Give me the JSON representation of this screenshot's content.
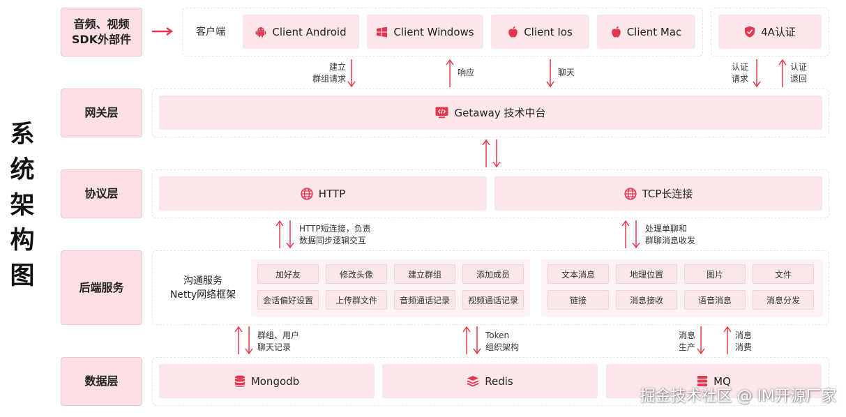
{
  "title": "系统架构图",
  "layers": {
    "external": "音频、视频SDK外部件",
    "gateway": "网关层",
    "protocol": "协议层",
    "backend": "后端服务",
    "data": "数据层"
  },
  "client": {
    "label": "客户端",
    "items": [
      "Client Android",
      "Client Windows",
      "Client Ios",
      "Client Mac"
    ],
    "auth": "4A认证"
  },
  "flows": {
    "build_group": "建立\n群组请求",
    "response": "响应",
    "chat": "聊天",
    "auth_request": "认证\n请求",
    "auth_return": "认证\n退回",
    "http_note": "HTTP短连接，负责\n数据同步逻辑交互",
    "tcp_note": "处理单聊和\n群聊消息收发",
    "mongo_note": "群组、用户\n聊天记录",
    "redis_note": "Token\n组织架构",
    "mq_produce": "消息\n生产",
    "mq_consume": "消息\n消费"
  },
  "gateway": {
    "label": "Getaway 技术中台"
  },
  "protocol": {
    "http": "HTTP",
    "tcp": "TCP长连接"
  },
  "backend": {
    "service_title": "沟通服务\nNetty网络框架",
    "left_chips": [
      "加好友",
      "修改头像",
      "建立群组",
      "添加成员",
      "会话偏好设置",
      "上传群文件",
      "音频通话记录",
      "视频通话记录"
    ],
    "right_chips": [
      "文本消息",
      "地理位置",
      "图片",
      "文件",
      "链接",
      "消息接收",
      "语音消息",
      "消息分发"
    ]
  },
  "data": {
    "mongodb": "Mongodb",
    "redis": "Redis",
    "mq": "MQ"
  },
  "watermark": "掘金技术社区 @ IM开源厂家",
  "colors": {
    "accent": "#e5364f",
    "box": "#fbe6e9",
    "label": "#fbdfe3"
  }
}
